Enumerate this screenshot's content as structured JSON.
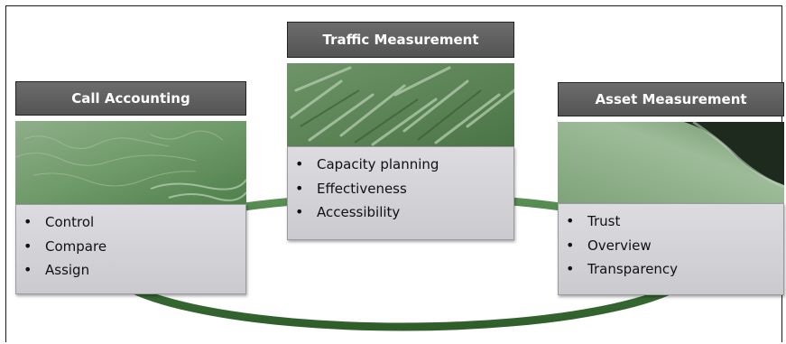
{
  "cards": {
    "call": {
      "title": "Call Accounting",
      "items": [
        "Control",
        "Compare",
        "Assign"
      ]
    },
    "traffic": {
      "title": "Traffic Measurement",
      "items": [
        "Capacity planning",
        "Effectiveness",
        "Accessibility"
      ]
    },
    "asset": {
      "title": "Asset Measurement",
      "items": [
        "Trust",
        "Overview",
        "Transparency"
      ]
    }
  },
  "colors": {
    "ring": "#3f7a3c",
    "header": "#5e5e5e",
    "list_bg": "#d4d4d8"
  }
}
